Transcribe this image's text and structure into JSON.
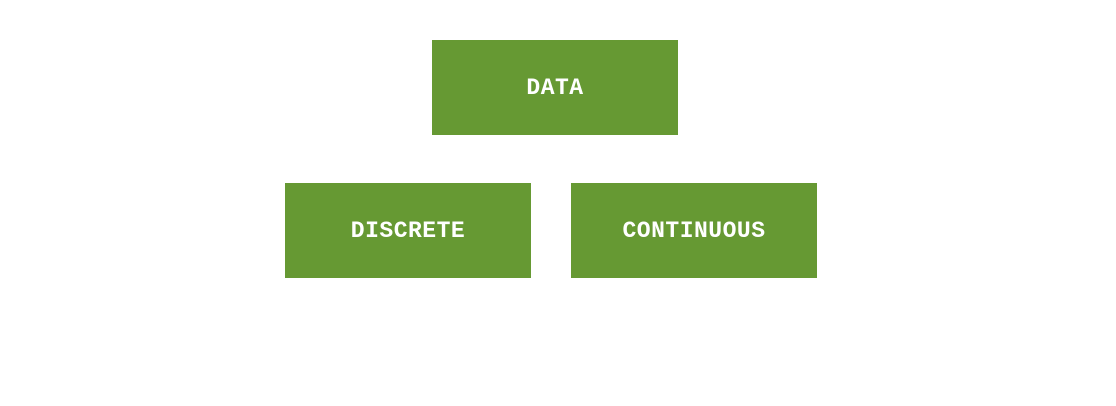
{
  "diagram": {
    "box_color": "#669933",
    "text_color": "#ffffff",
    "root": {
      "label": "DATA"
    },
    "children": [
      {
        "label": "DISCRETE"
      },
      {
        "label": "CONTINUOUS"
      }
    ]
  }
}
